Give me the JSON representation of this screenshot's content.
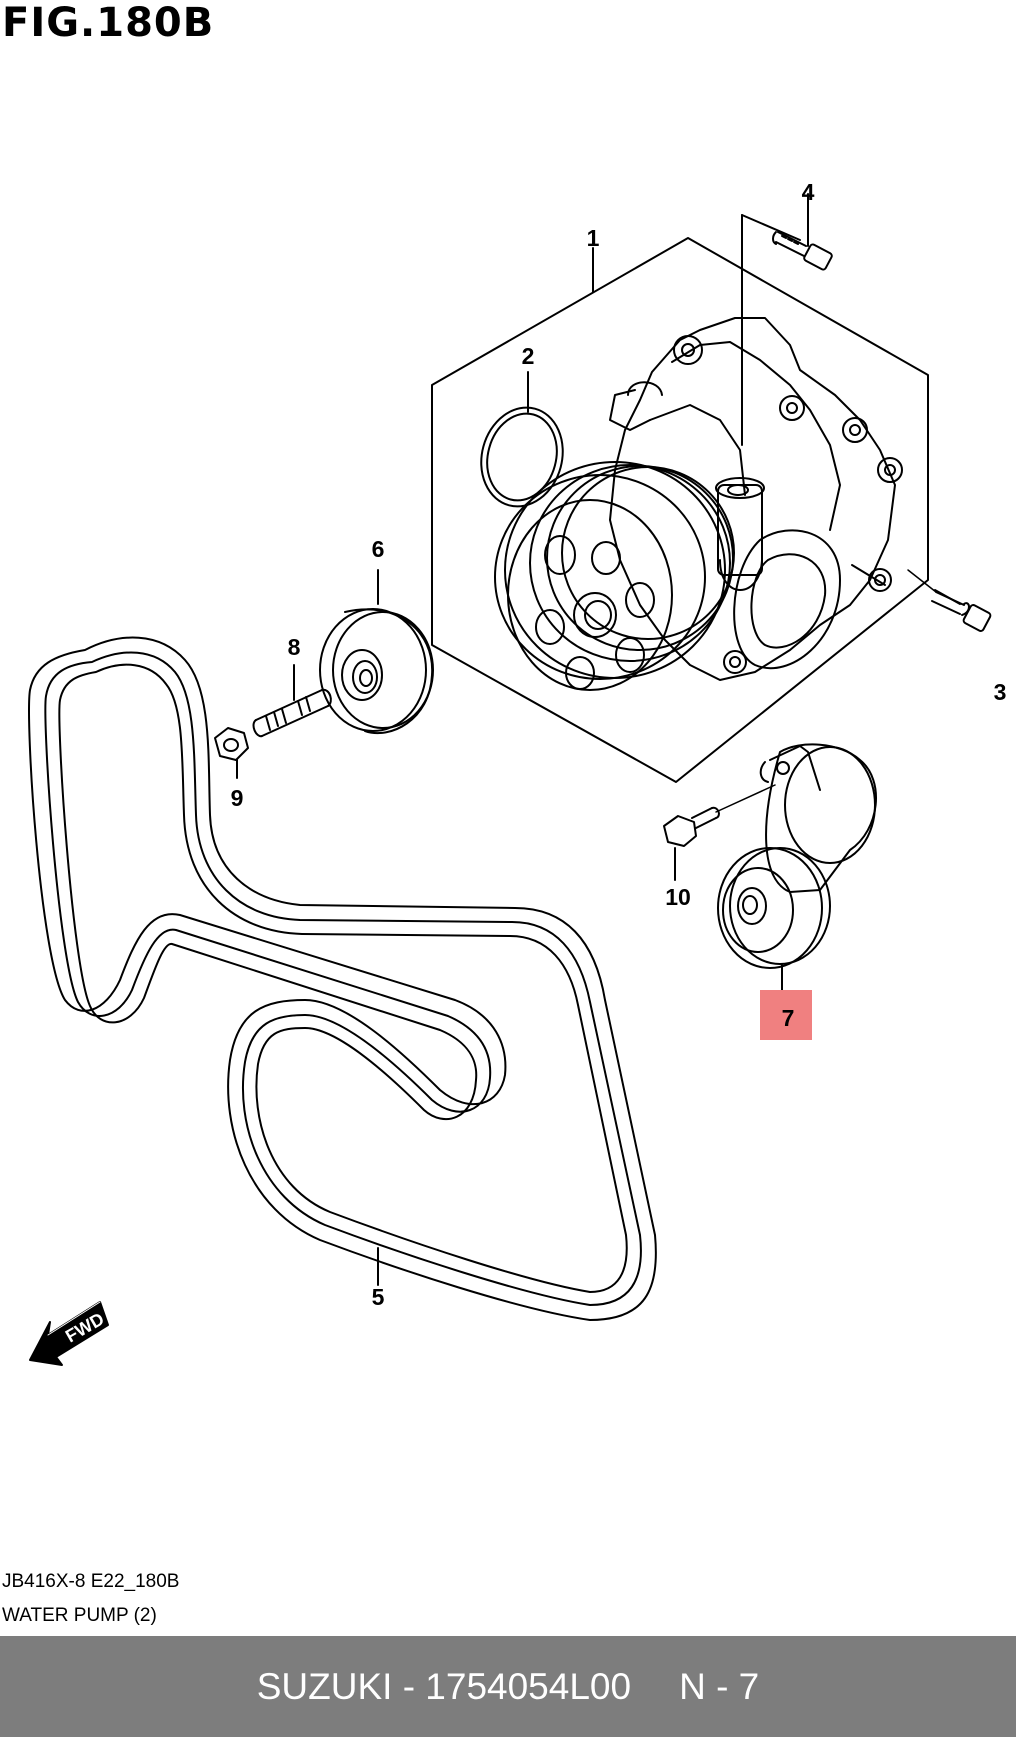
{
  "figure": {
    "title": "FIG.180B"
  },
  "callouts": [
    {
      "id": "1",
      "label": "1"
    },
    {
      "id": "2",
      "label": "2"
    },
    {
      "id": "3",
      "label": "3"
    },
    {
      "id": "4",
      "label": "4"
    },
    {
      "id": "5",
      "label": "5"
    },
    {
      "id": "6",
      "label": "6"
    },
    {
      "id": "7",
      "label": "7",
      "highlighted": true
    },
    {
      "id": "8",
      "label": "8"
    },
    {
      "id": "9",
      "label": "9"
    },
    {
      "id": "10",
      "label": "10"
    }
  ],
  "direction_badge": {
    "text": "FWD"
  },
  "caption": {
    "code": "JB416X-8 E22_180B",
    "name": "WATER PUMP (2)"
  },
  "footer": {
    "part": "SUZUKI - 1754054L00",
    "ref": "N - 7"
  },
  "colors": {
    "highlight": "#f08080",
    "footer_bg": "#7d7d7d",
    "footer_text": "#ffffff",
    "line": "#000000"
  }
}
